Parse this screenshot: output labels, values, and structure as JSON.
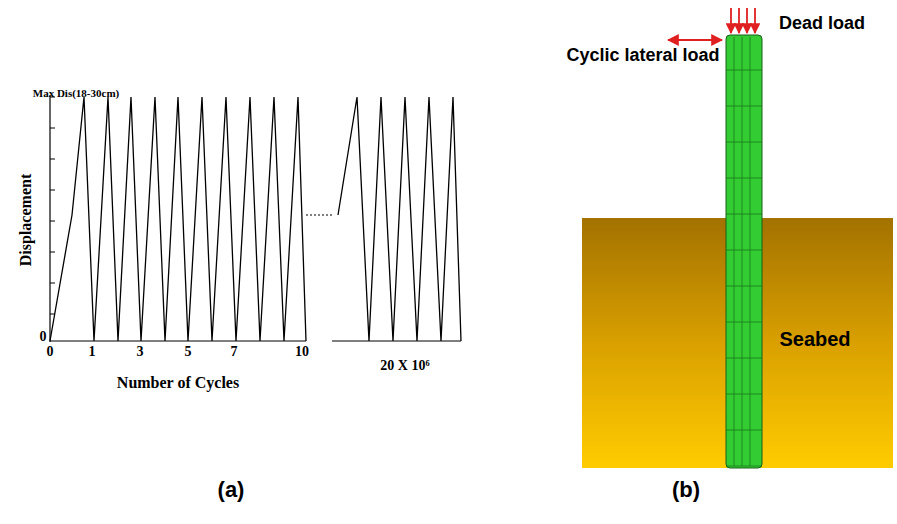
{
  "diagram": {
    "nodes": [
      {
        "text": [
          "Seabed"
        ]
      }
    ],
    "labels": [
      "Max Dis(18-30cm)",
      "Displacement",
      "0",
      "0",
      "1",
      "3",
      "5",
      "7",
      "10",
      "20 X 10⁶",
      "Number of Cycles",
      "(a)",
      "Cyclic lateral load",
      "Dead load",
      "(b)"
    ]
  }
}
